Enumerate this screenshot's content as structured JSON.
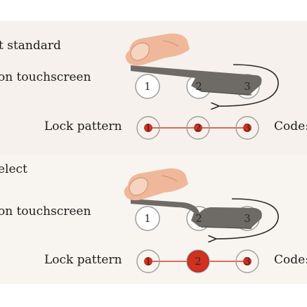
{
  "top": {
    "title": "t standard",
    "touch_label": "on touchscreen",
    "lock_label": "Lock pattern",
    "code_label": "Code:",
    "nodes": [
      "1",
      "2",
      "3"
    ],
    "selected_node": "none"
  },
  "bottom": {
    "title": "elect",
    "touch_label": "on touchscreen",
    "lock_label": "Lock pattern",
    "code_label": "Code:",
    "nodes": [
      "1",
      "2",
      "3"
    ],
    "selected_node": "2"
  },
  "colors": {
    "panel_background": "#f6f1ec",
    "stroke_gray": "#6e6a66",
    "dot_red": "#d2311f",
    "line_red": "#c8412f",
    "node_ring": "#9e9e9e",
    "skin": "#efb89a"
  },
  "icons": [
    "finger-icon",
    "swipe-arrow-icon"
  ]
}
